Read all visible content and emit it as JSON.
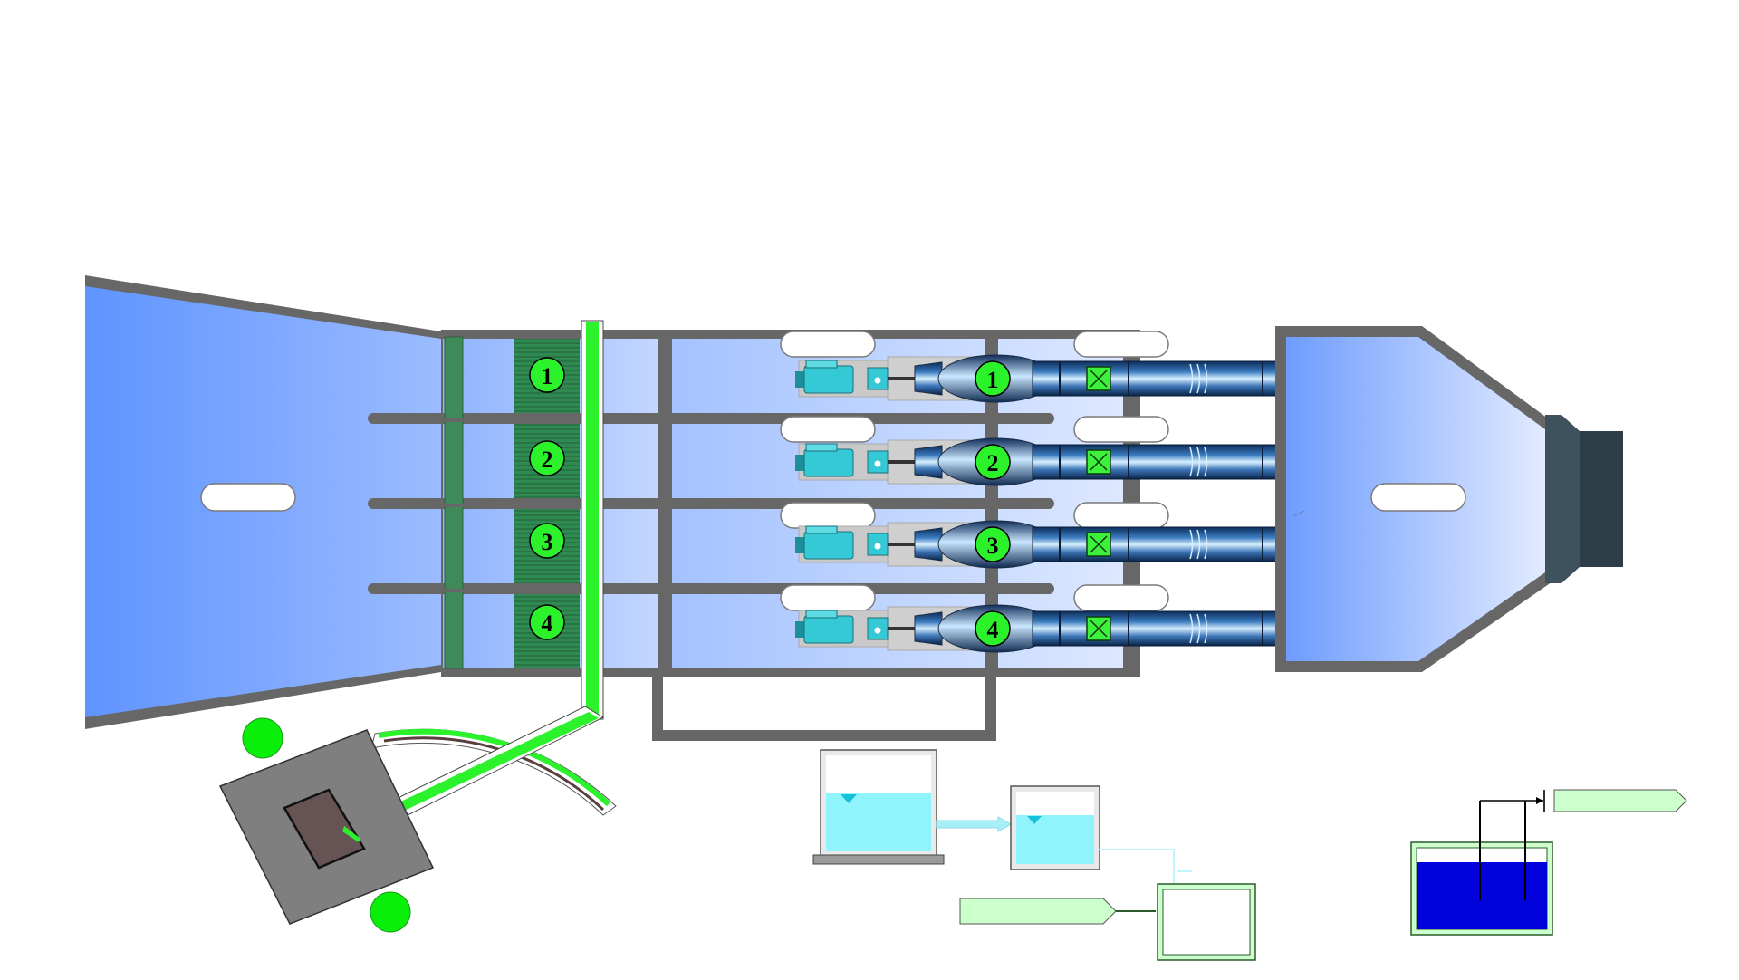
{
  "screen": "pumping-station-overview",
  "intake_gates": [
    "1",
    "2",
    "3",
    "4"
  ],
  "pump_units": [
    "1",
    "2",
    "3",
    "4"
  ],
  "colors": {
    "water_dark": "#5f93ff",
    "water_light": "#d6e4ff",
    "wall": "#676767",
    "gate_green": "#3e8a58",
    "active_green": "#2cf22c",
    "motor_cyan": "#35c9d6",
    "tank_water": "#8ff4fb",
    "tank_blue": "#0202dd",
    "label_bg": "#ccffcc",
    "outlet_dark": "#2d3e48"
  },
  "icons": [
    "motor-icon",
    "pump-icon",
    "valve-icon",
    "water-level-triangle-icon",
    "tank-icon"
  ]
}
